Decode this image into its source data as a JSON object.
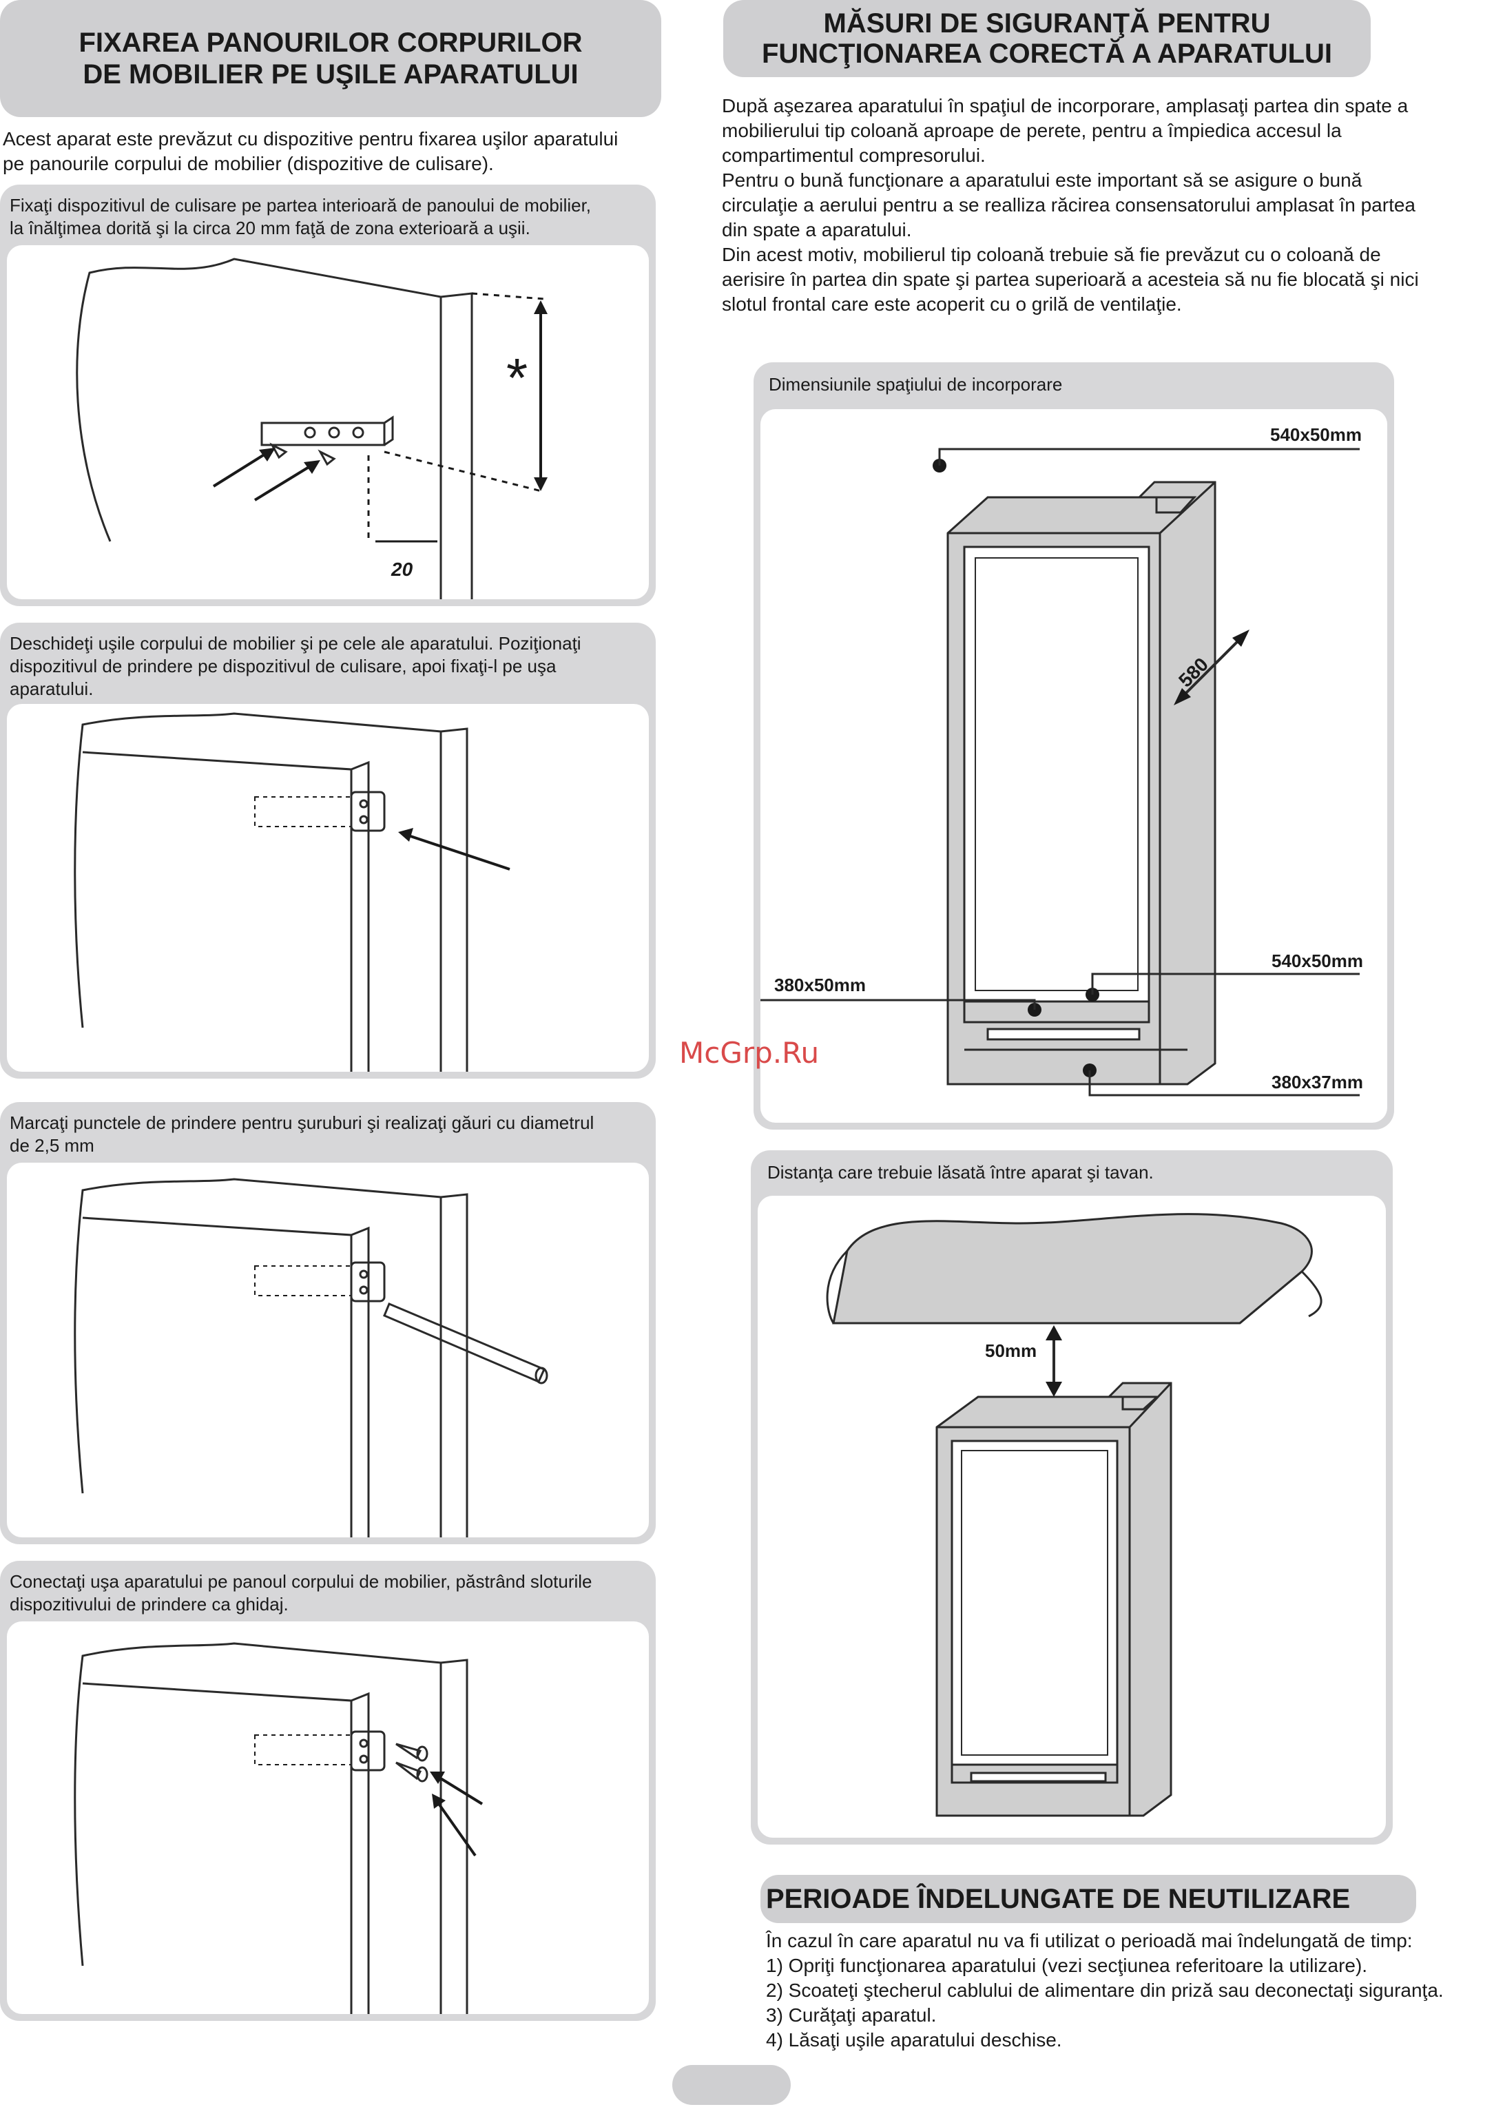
{
  "left": {
    "heading": [
      "FIXAREA PANOURILOR CORPURILOR",
      "DE MOBILIER PE UŞILE APARATULUI"
    ],
    "intro": [
      "Acest aparat este prevăzut cu dispozitive pentru fixarea uşilor aparatului",
      "pe panourile corpului de mobilier (dispozitive de culisare)."
    ],
    "step1": [
      "Fixaţi dispozitivul de culisare pe partea interioară de panoului de mobilier,",
      "la înălţimea dorită şi la circa 20 mm faţă de zona exterioară a uşii."
    ],
    "step1_labels": {
      "star": "*",
      "dim": "20"
    },
    "step2": [
      "Deschideţi uşile corpului de mobilier şi pe cele ale aparatului. Poziţionaţi",
      "dispozitivul de prindere pe dispozitivul de culisare, apoi fixaţi-l pe uşa",
      "aparatului."
    ],
    "step3": [
      "Marcaţi punctele de prindere pentru şuruburi şi realizaţi găuri cu diametrul",
      "de 2,5 mm"
    ],
    "step4": [
      "Conectaţi uşa aparatului pe panoul corpului de mobilier, păstrând sloturile",
      "dispozitivului de prindere ca ghidaj."
    ]
  },
  "right": {
    "heading": [
      "MĂSURI DE SIGURANŢĂ PENTRU",
      "FUNCŢIONAREA CORECTĂ A APARATULUI"
    ],
    "body": [
      "După aşezarea aparatului în spaţiul de incorporare, amplasaţi partea din spate a",
      "mobilierului tip coloană aproape de perete, pentru a  împiedica accesul la",
      "compartimentul compresorului.",
      "Pentru o bună funcţionare a aparatului este important să se asigure o bună",
      "circulaţie a aerului pentru a se realliza răcirea consensatorului amplasat în partea",
      "din spate a aparatului.",
      "Din acest motiv, mobilierul tip coloană trebuie să fie prevăzut cu o coloană de",
      "aerisire în partea din spate şi partea superioară a acesteia să nu fie blocată şi nici",
      "slotul frontal care este acoperit cu o grilă de ventilaţie."
    ],
    "dims_caption": "Dimensiunile spaţiului de incorporare",
    "dims": {
      "top": "540x50mm",
      "depth": "580",
      "mid": "540x50mm",
      "left": "380x50mm",
      "bottom": "380x37mm"
    },
    "ceiling_caption": "Distanţa care trebuie lăsată între aparat şi tavan.",
    "ceiling_dim": "50mm",
    "long_heading": "PERIOADE ÎNDELUNGATE DE NEUTILIZARE",
    "long_intro": "În cazul în care aparatul nu va fi utilizat o perioadă mai îndelungată de timp:",
    "long_items": [
      "1) Opriţi funcţionarea aparatului (vezi secţiunea referitoare la utilizare).",
      "2) Scoateţi ştecherul cablului de alimentare din priză sau deconectaţi siguranţa.",
      "3) Curăţaţi aparatul.",
      "4) Lăsaţi uşile aparatului deschise."
    ]
  },
  "watermark": "McGrp.Ru"
}
